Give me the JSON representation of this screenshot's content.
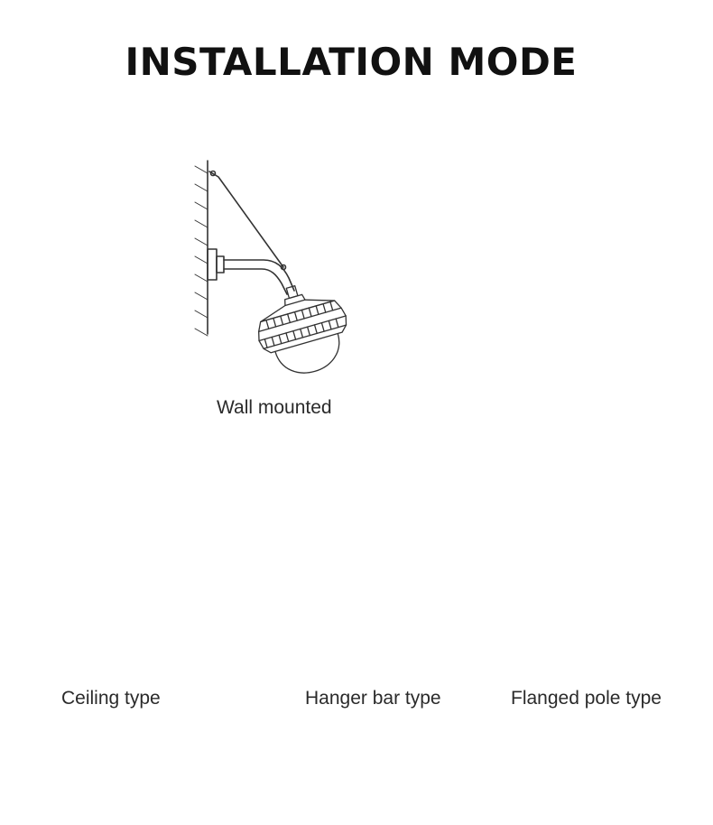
{
  "title": "INSTALLATION MODE",
  "modes": {
    "wall": {
      "label": "Wall mounted"
    },
    "ceiling": {
      "label": "Ceiling type"
    },
    "hanger": {
      "label": "Hanger bar type"
    },
    "pole": {
      "label": "Flanged pole type"
    }
  },
  "colors": {
    "line": "#333333",
    "text": "#1a1a1a"
  }
}
